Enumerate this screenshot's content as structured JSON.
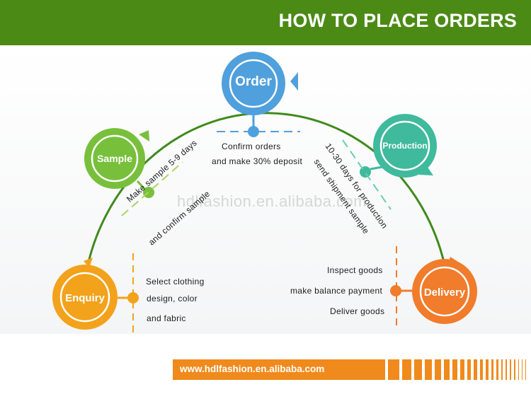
{
  "header": {
    "title": "HOW TO PLACE ORDERS"
  },
  "colors": {
    "header_green": "#4c8a16",
    "arc_green": "#3f8a1c",
    "order_blue": "#4fa0dc",
    "sample_green": "#78c03c",
    "production_teal": "#3fba9c",
    "enquiry_orange": "#f3a21b",
    "delivery_orange": "#f07c2c",
    "footer_orange": "#f08a1c"
  },
  "steps": {
    "order": {
      "label": "Order",
      "icon": "order-badge-icon",
      "lines": [
        "Confirm orders",
        "and make 30% deposit"
      ]
    },
    "sample": {
      "label": "Sample",
      "icon": "sample-badge-icon",
      "lines": [
        "Make sample 5-9 days",
        "and confirm sample"
      ]
    },
    "production": {
      "label": "Production",
      "icon": "production-badge-icon",
      "lines": [
        "10-30 days for production",
        "send shipment sample"
      ]
    },
    "enquiry": {
      "label": "Enquiry",
      "icon": "enquiry-badge-icon",
      "lines": [
        "Select clothing",
        "design, color",
        "and fabric"
      ]
    },
    "delivery": {
      "label": "Delivery",
      "icon": "delivery-badge-icon",
      "lines": [
        "Inspect goods",
        "make balance payment",
        "Deliver goods"
      ]
    }
  },
  "watermark": "hdlfashion.en.alibaba.com",
  "footer": {
    "url": "www.hdlfashion.en.alibaba.com"
  }
}
